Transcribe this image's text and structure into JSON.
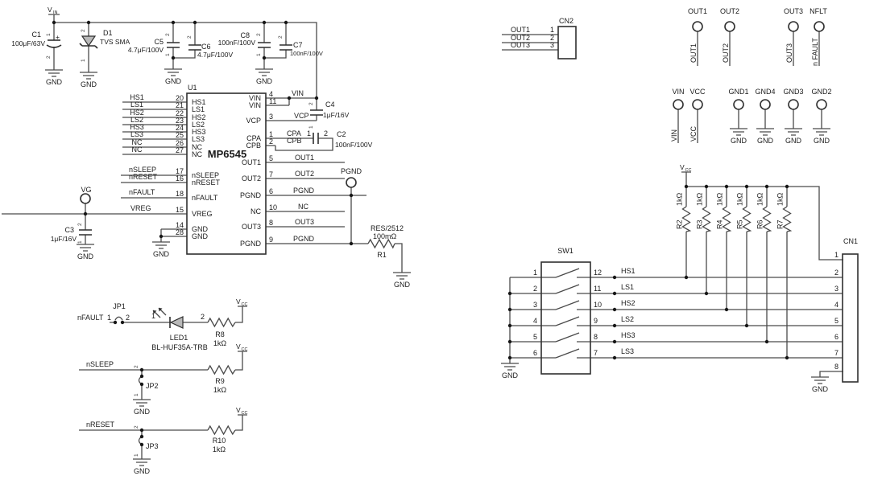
{
  "meta": {
    "colors": {
      "wire": "#4a4a4a",
      "outline": "#2f2f2f",
      "component_fill": "#b9b9b9",
      "text": "#1b1b1b",
      "background": "#ffffff"
    }
  },
  "common": {
    "gnd": "GND",
    "v": "V",
    "in_sub": "IN",
    "cc_sub": "CC",
    "pin1": "1",
    "pin2": "2",
    "plus": "+"
  },
  "power": {
    "c1": {
      "ref": "C1",
      "value": "100μF/63V"
    },
    "d1": {
      "ref": "D1",
      "value": "TVS SMA"
    },
    "c5": {
      "ref": "C5",
      "value": "4.7μF/100V"
    },
    "c6": {
      "ref": "C6",
      "value": "4.7μF/100V"
    },
    "c8": {
      "ref": "C8",
      "value": "100nF/100V"
    },
    "c7": {
      "ref": "C7",
      "value": "100nF/100V"
    }
  },
  "ic": {
    "ref": "U1",
    "part": "MP6545",
    "left": [
      {
        "net": "HS1",
        "num": "20",
        "pin": "HS1"
      },
      {
        "net": "LS1",
        "num": "21",
        "pin": "LS1"
      },
      {
        "net": "HS2",
        "num": "22",
        "pin": "HS2"
      },
      {
        "net": "LS2",
        "num": "23",
        "pin": "LS2"
      },
      {
        "net": "HS3",
        "num": "24",
        "pin": "HS3"
      },
      {
        "net": "LS3",
        "num": "25",
        "pin": "LS3"
      },
      {
        "net": "NC",
        "num": "26",
        "pin": "NC"
      },
      {
        "net": "NC",
        "num": "27",
        "pin": "NC"
      },
      {
        "net": "nSLEEP",
        "num": "17",
        "pin": "nSLEEP"
      },
      {
        "net": "nRESET",
        "num": "16",
        "pin": "nRESET"
      },
      {
        "net": "nFAULT",
        "num": "18",
        "pin": "nFAULT"
      },
      {
        "net": "VREG",
        "num": "15",
        "pin": "VREG"
      },
      {
        "num": "14",
        "pin": "GND"
      },
      {
        "num": "28",
        "pin": "GND"
      }
    ],
    "right": [
      {
        "num": "4",
        "pin": "VIN",
        "net": "VIN"
      },
      {
        "num": "11",
        "pin": "VIN"
      },
      {
        "num": "3",
        "pin": "VCP",
        "net": "VCP"
      },
      {
        "num": "1",
        "pin": "CPA",
        "net": "CPA"
      },
      {
        "num": "2",
        "pin": "CPB",
        "net": "CPB"
      },
      {
        "num": "5",
        "pin": "OUT1",
        "net": "OUT1"
      },
      {
        "num": "7",
        "pin": "OUT2",
        "net": "OUT2"
      },
      {
        "num": "6",
        "pin": "PGND",
        "net": "PGND"
      },
      {
        "num": "10",
        "pin": "NC",
        "net": "NC"
      },
      {
        "num": "8",
        "pin": "OUT3",
        "net": "OUT3"
      },
      {
        "num": "9",
        "pin": "PGND",
        "net": "PGND"
      }
    ]
  },
  "vin_side": {
    "c4": {
      "ref": "C4",
      "value": "1μF/16V"
    },
    "c2": {
      "ref": "C2",
      "value": "100nF/100V"
    },
    "pgnd_tp": "PGND",
    "r1": {
      "pkg": "RES/2512",
      "value": "100mΩ",
      "ref": "R1"
    }
  },
  "vreg_side": {
    "tp": "VG",
    "c3": {
      "ref": "C3",
      "value": "1μF/16V"
    }
  },
  "ctrl": {
    "fault": {
      "net": "nFAULT",
      "jp": "JP1",
      "led": {
        "ref": "LED1",
        "part": "BL-HUF35A-TRB"
      },
      "r": {
        "ref": "R8",
        "value": "1kΩ"
      }
    },
    "sleep": {
      "net": "nSLEEP",
      "jp": "JP2",
      "r": {
        "ref": "R9",
        "value": "1kΩ"
      }
    },
    "reset": {
      "net": "nRESET",
      "jp": "JP3",
      "r": {
        "ref": "R10",
        "value": "1kΩ"
      }
    }
  },
  "cn2": {
    "ref": "CN2",
    "pins": [
      {
        "num": "1",
        "net": "OUT1"
      },
      {
        "num": "2",
        "net": "OUT2"
      },
      {
        "num": "3",
        "net": "OUT3"
      }
    ]
  },
  "tp_row1": [
    {
      "label": "OUT1",
      "wire": "OUT1"
    },
    {
      "label": "OUT2",
      "wire": "OUT2"
    },
    {
      "label": "OUT3",
      "wire": "OUT3"
    },
    {
      "label": "NFLT",
      "wire": "n FAULT"
    }
  ],
  "tp_row2": [
    {
      "label": "VIN",
      "wire": "VIN"
    },
    {
      "label": "VCC",
      "wire": "VCC"
    },
    {
      "label": "GND1"
    },
    {
      "label": "GND4"
    },
    {
      "label": "GND3"
    },
    {
      "label": "GND2"
    }
  ],
  "pullups": [
    {
      "ref": "R2",
      "value": "1kΩ"
    },
    {
      "ref": "R3",
      "value": "1kΩ"
    },
    {
      "ref": "R4",
      "value": "1kΩ"
    },
    {
      "ref": "R5",
      "value": "1kΩ"
    },
    {
      "ref": "R6",
      "value": "1kΩ"
    },
    {
      "ref": "R7",
      "value": "1kΩ"
    }
  ],
  "sw1": {
    "ref": "SW1",
    "rows": [
      {
        "l": "1",
        "r": "12",
        "net": "HS1"
      },
      {
        "l": "2",
        "r": "11",
        "net": "LS1"
      },
      {
        "l": "3",
        "r": "10",
        "net": "HS2"
      },
      {
        "l": "4",
        "r": "9",
        "net": "LS2"
      },
      {
        "l": "5",
        "r": "8",
        "net": "HS3"
      },
      {
        "l": "6",
        "r": "7",
        "net": "LS3"
      }
    ]
  },
  "cn1": {
    "ref": "CN1",
    "pins": [
      "1",
      "2",
      "3",
      "4",
      "5",
      "6",
      "7",
      "8"
    ]
  }
}
